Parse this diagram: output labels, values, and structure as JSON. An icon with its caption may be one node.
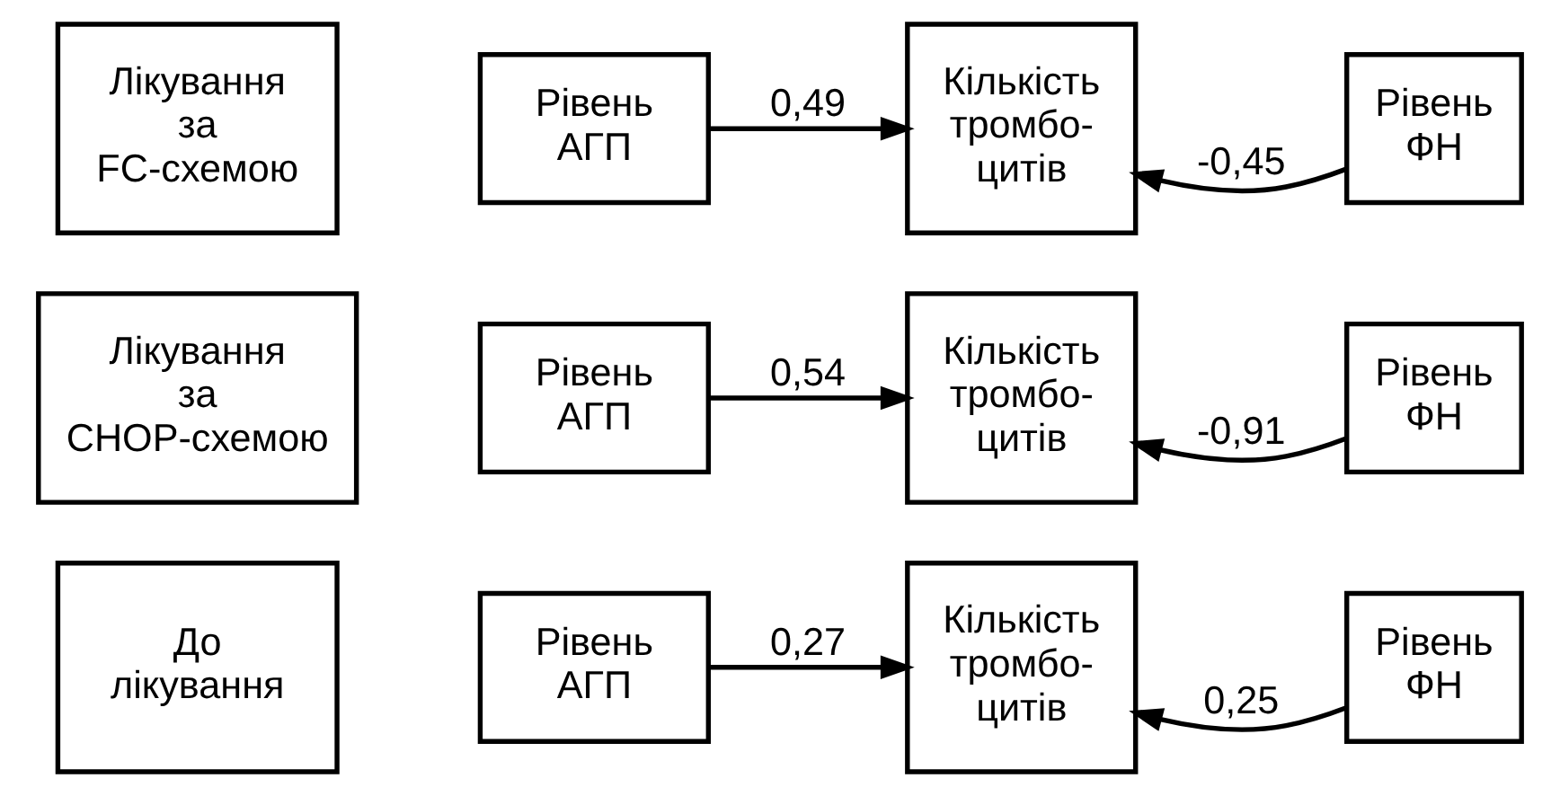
{
  "diagram": {
    "nodes": [
      {
        "text": [
          "До лікування"
        ]
      },
      {
        "text": [
          "Рівень АГП"
        ]
      },
      {
        "text": [
          "Кількість тромбо- цитів"
        ]
      },
      {
        "text": [
          "Рівень ФН"
        ]
      },
      {
        "text": [
          "Лікування за CHOP-схемою"
        ]
      },
      {
        "text": [
          "Рівень АГП"
        ]
      },
      {
        "text": [
          "Кількість тромбо- цитів"
        ]
      },
      {
        "text": [
          "Рівень ФН"
        ]
      },
      {
        "text": [
          "Лікування за FC-схемою"
        ]
      },
      {
        "text": [
          "Рівень АГП"
        ]
      },
      {
        "text": [
          "Кількість тромбо- цитів"
        ]
      },
      {
        "text": [
          "Рівень ФН"
        ]
      }
    ],
    "edges": [
      {
        "from": 1,
        "to": 2,
        "arrow": "to",
        "label": "0,27"
      },
      {
        "from": 3,
        "to": 2,
        "arrow": "to",
        "label": "0,25"
      },
      {
        "from": 5,
        "to": 6,
        "arrow": "to",
        "label": "0,54"
      },
      {
        "from": 7,
        "to": 6,
        "arrow": "to",
        "label": "-0,91"
      },
      {
        "from": 9,
        "to": 10,
        "arrow": "to",
        "label": "0,49"
      },
      {
        "from": 11,
        "to": 10,
        "arrow": "to",
        "label": "-0,45"
      }
    ]
  }
}
